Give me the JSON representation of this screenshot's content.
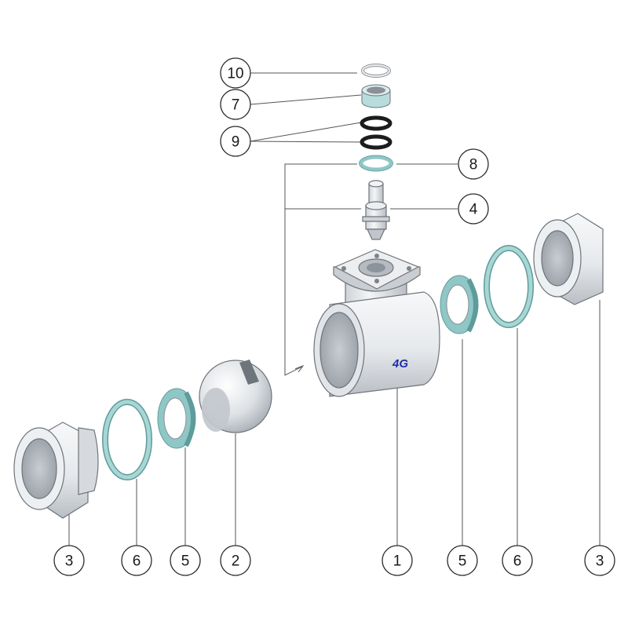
{
  "diagram": {
    "brand_mark": "4G",
    "colors": {
      "metal": "#e9ecef",
      "metal_shade": "#c5cad0",
      "seal_teal": "#8fc7c6",
      "oring_black": "#1c1c1c",
      "brand_blue": "#1e2fa8",
      "line": "#555555"
    },
    "callouts": {
      "ring_10": "10",
      "bushing_7": "7",
      "orings_9": "9",
      "washer_8": "8",
      "stem_4": "4",
      "nut_left_3": "3",
      "gasket_left_6": "6",
      "seat_left_5": "5",
      "ball_2": "2",
      "body_1": "1",
      "seat_right_5": "5",
      "gasket_right_6": "6",
      "nut_right_3": "3"
    },
    "part_icons": {
      "ring_10": "retaining-ring-icon",
      "bushing_7": "bushing-icon",
      "orings_9": "o-ring-icon",
      "washer_8": "washer-icon",
      "stem_4": "stem-icon",
      "body_1": "valve-body-icon",
      "ball_2": "ball-icon",
      "seat_5": "seat-ring-icon",
      "gasket_6": "gasket-icon",
      "nut_3": "union-nut-icon"
    }
  }
}
